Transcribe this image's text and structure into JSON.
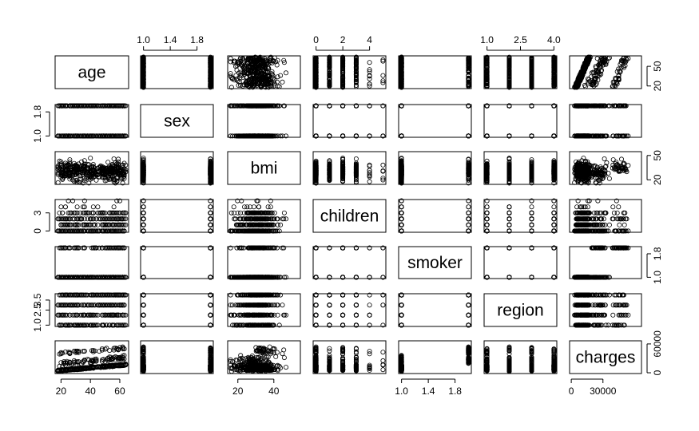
{
  "chart_data": {
    "type": "scatter",
    "variables": [
      "age",
      "sex",
      "bmi",
      "children",
      "smoker",
      "region",
      "charges"
    ],
    "ranges": [
      [
        18,
        64
      ],
      [
        1,
        2
      ],
      [
        15.96,
        53.13
      ],
      [
        0,
        5
      ],
      [
        1,
        2
      ],
      [
        1,
        4
      ],
      [
        1121.87,
        63770.43
      ]
    ],
    "axis_ticks": {
      "top": [
        {
          "column": 1,
          "values": [
            1.0,
            1.4,
            1.8
          ],
          "labels": [
            "1.0",
            "1.4",
            "1.8"
          ]
        },
        {
          "column": 3,
          "values": [
            0,
            2,
            4
          ],
          "labels": [
            "0",
            "2",
            "4"
          ]
        },
        {
          "column": 5,
          "values": [
            1.0,
            2.5,
            4.0
          ],
          "labels": [
            "1.0",
            "2.5",
            "4.0"
          ]
        }
      ],
      "bottom": [
        {
          "column": 0,
          "values": [
            20,
            40,
            60
          ],
          "labels": [
            "20",
            "40",
            "60"
          ]
        },
        {
          "column": 2,
          "values": [
            20,
            40
          ],
          "labels": [
            "20",
            "40"
          ]
        },
        {
          "column": 4,
          "values": [
            1.0,
            1.4,
            1.8
          ],
          "labels": [
            "1.0",
            "1.4",
            "1.8"
          ]
        },
        {
          "column": 6,
          "values": [
            0,
            30000
          ],
          "labels": [
            "0",
            "30000"
          ]
        }
      ],
      "left": [
        {
          "row": 1,
          "values": [
            1.0,
            1.8
          ],
          "labels": [
            "1.0",
            "1.8"
          ]
        },
        {
          "row": 3,
          "values": [
            0,
            3
          ],
          "labels": [
            "0",
            "3"
          ]
        },
        {
          "row": 5,
          "values": [
            1.0,
            2.5,
            3.5
          ],
          "labels": [
            "1.0",
            "2.5",
            "3.5"
          ]
        }
      ],
      "right": [
        {
          "row": 0,
          "values": [
            20,
            50
          ],
          "labels": [
            "20",
            "50"
          ]
        },
        {
          "row": 2,
          "values": [
            20,
            50
          ],
          "labels": [
            "20",
            "50"
          ]
        },
        {
          "row": 4,
          "values": [
            1.0,
            1.8
          ],
          "labels": [
            "1.0",
            "1.8"
          ]
        },
        {
          "row": 6,
          "values": [
            0,
            60000
          ],
          "labels": [
            "0",
            "60000"
          ]
        }
      ]
    },
    "discrete_levels": {
      "sex": [
        1,
        2
      ],
      "children": [
        0,
        1,
        2,
        3,
        4,
        5
      ],
      "smoker": [
        1,
        2
      ],
      "region": [
        1,
        2,
        3,
        4
      ]
    },
    "grid": false
  }
}
